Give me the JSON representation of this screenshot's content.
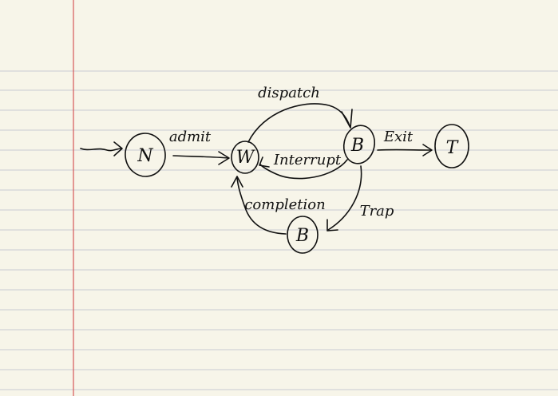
{
  "diagram": {
    "nodes": [
      {
        "id": "N",
        "label": "N"
      },
      {
        "id": "W",
        "label": "W"
      },
      {
        "id": "B1",
        "label": "B"
      },
      {
        "id": "T",
        "label": "T"
      },
      {
        "id": "B2",
        "label": "B"
      }
    ],
    "edges": [
      {
        "id": "admit",
        "label": "admit"
      },
      {
        "id": "dispatch",
        "label": "dispatch"
      },
      {
        "id": "interrupt",
        "label": "Interrupt"
      },
      {
        "id": "exit",
        "label": "Exit"
      },
      {
        "id": "trap",
        "label": "Trap"
      },
      {
        "id": "completion",
        "label": "completion"
      }
    ]
  }
}
